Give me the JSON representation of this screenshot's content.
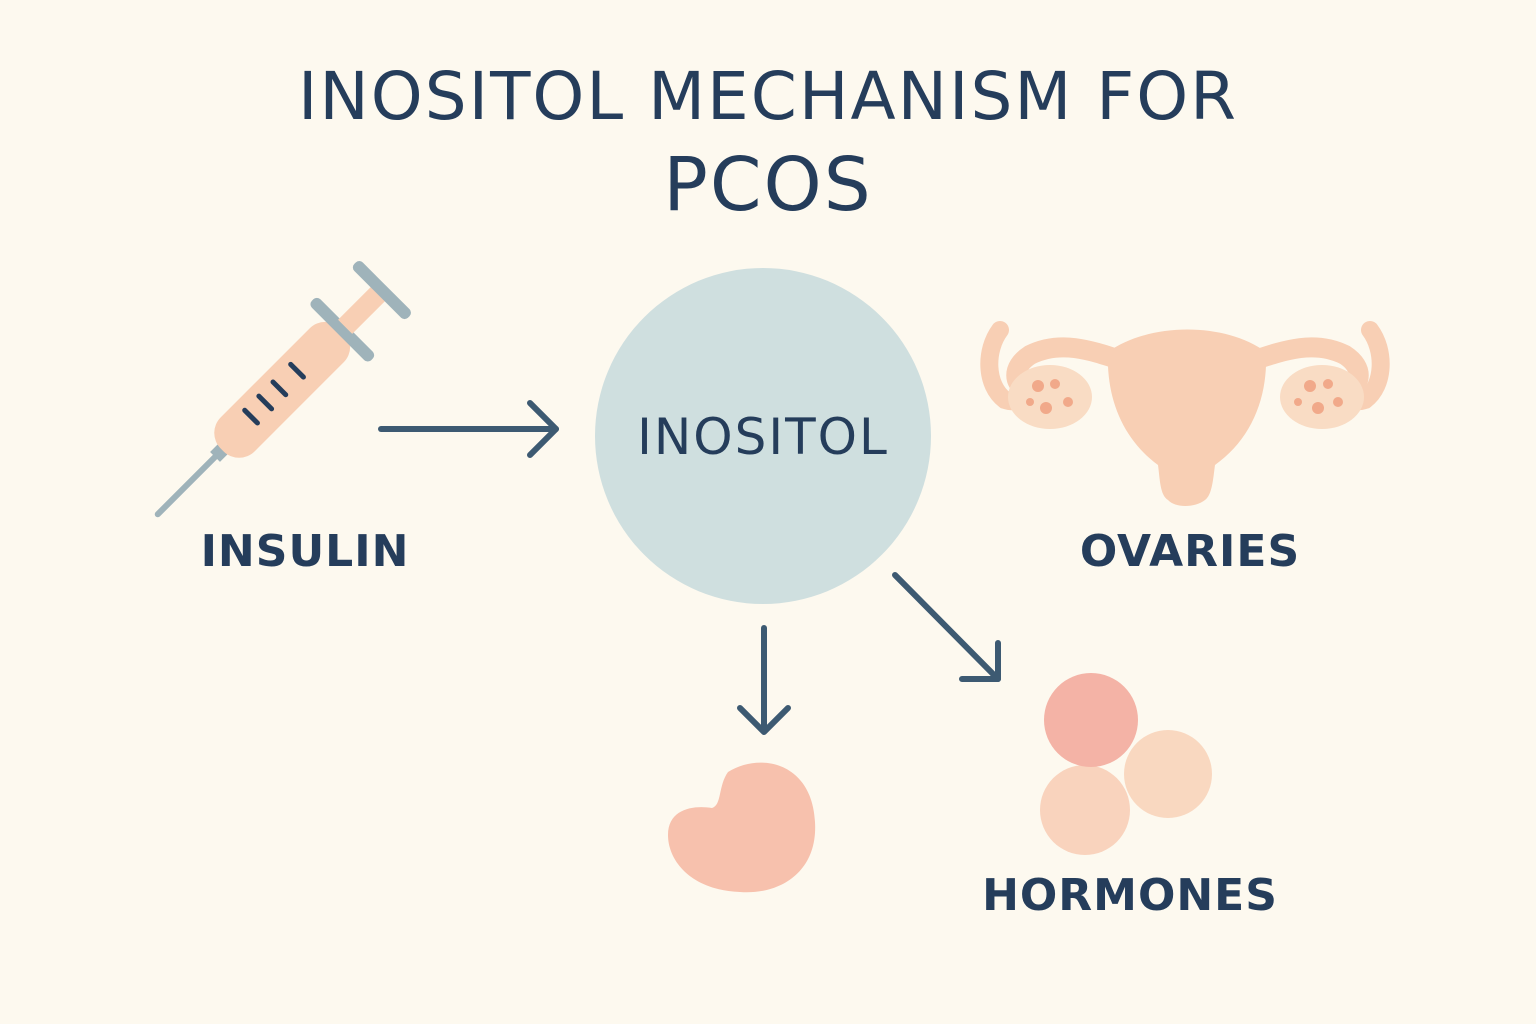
{
  "title": {
    "line1": "INOSITOL MECHANISM FOR",
    "line2": "PCOS"
  },
  "nodes": {
    "insulin": {
      "label": "INSULIN",
      "icon": "syringe-icon"
    },
    "inositol": {
      "label": "INOSITOL"
    },
    "ovaries": {
      "label": "OVARIES",
      "icon": "uterus-ovaries-icon"
    },
    "kidney": {
      "icon": "kidney-icon"
    },
    "hormones": {
      "label": "HORMONES",
      "icon": "hormone-cells-icon"
    }
  },
  "colors": {
    "background": "#fdf9ef",
    "text": "#253d5b",
    "arrow": "#3d5a72",
    "circle": "#cfdfdf",
    "peach": "#f8cfb4",
    "pink": "#f4b3a6",
    "syringe_gray": "#9fb3ba"
  }
}
